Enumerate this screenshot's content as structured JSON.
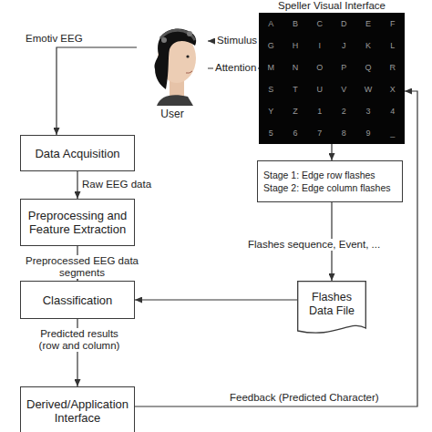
{
  "diagram": {
    "nodes": [
      {
        "text": [
          "Speller Visual Interface"
        ]
      },
      {
        "text": [
          "User"
        ]
      },
      {
        "text": [
          "Data Acquisition"
        ]
      },
      {
        "text": [
          "Stage 1: Edge row flashes",
          "Stage 2: Edge column flashes"
        ]
      },
      {
        "text": [
          "Preprocessing and Feature Extraction"
        ]
      },
      {
        "text": [
          "Classification"
        ]
      },
      {
        "text": [
          "Flashes Data File"
        ]
      },
      {
        "text": [
          "Derived/Application Interface"
        ]
      }
    ],
    "edges": [
      {
        "from": 0,
        "to": 1,
        "label": "Stimulus",
        "arrow": "to"
      },
      {
        "from": 1,
        "to": 0,
        "label": "Attention",
        "arrow": "to"
      },
      {
        "from": 1,
        "to": 2,
        "label": "Emotiv EEG",
        "arrow": "to"
      },
      {
        "from": 2,
        "to": 4,
        "label": "Raw EEG data",
        "arrow": "to"
      },
      {
        "from": 4,
        "to": 5,
        "label": "Preprocessed EEG data segments",
        "arrow": "to"
      },
      {
        "from": 0,
        "to": 3,
        "arrow": "to"
      },
      {
        "from": 3,
        "to": 6,
        "label": "Flashes sequence, Event, ...",
        "arrow": "to"
      },
      {
        "from": 6,
        "to": 5,
        "arrow": "to"
      },
      {
        "from": 5,
        "to": 7,
        "label": "Predicted results (row and column)",
        "arrow": "to"
      },
      {
        "from": 7,
        "to": 0,
        "label": "Feedback (Predicted Character)",
        "arrow": "to"
      }
    ],
    "labels": [
      "A",
      "B",
      "C",
      "D",
      "E",
      "F",
      "G",
      "H",
      "I",
      "J",
      "K",
      "L",
      "M",
      "N",
      "O",
      "P",
      "Q",
      "R",
      "S",
      "T",
      "U",
      "V",
      "W",
      "X",
      "Y",
      "Z",
      "1",
      "2",
      "3",
      "4",
      "5",
      "6",
      "7",
      "8",
      "9",
      "_"
    ]
  }
}
